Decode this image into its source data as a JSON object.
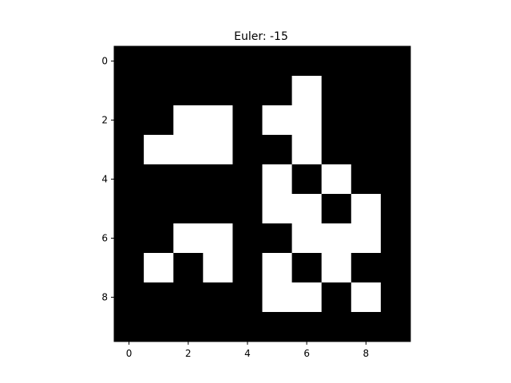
{
  "chart_data": {
    "type": "heatmap",
    "title": "Euler: -15",
    "xlabel": "",
    "ylabel": "",
    "colormap": "gray",
    "colors": {
      "0": "#000000",
      "1": "#ffffff"
    },
    "xticks": [
      0,
      2,
      4,
      6,
      8
    ],
    "yticks": [
      0,
      2,
      4,
      6,
      8
    ],
    "xlim": [
      -0.5,
      9.5
    ],
    "ylim": [
      9.5,
      -0.5
    ],
    "grid": false,
    "rows": 10,
    "cols": 10,
    "matrix": [
      [
        0,
        0,
        0,
        0,
        0,
        0,
        0,
        0,
        0,
        0
      ],
      [
        0,
        0,
        0,
        0,
        0,
        0,
        1,
        0,
        0,
        0
      ],
      [
        0,
        0,
        1,
        1,
        0,
        1,
        1,
        0,
        0,
        0
      ],
      [
        0,
        1,
        1,
        1,
        0,
        0,
        1,
        0,
        0,
        0
      ],
      [
        0,
        0,
        0,
        0,
        0,
        1,
        0,
        1,
        0,
        0
      ],
      [
        0,
        0,
        0,
        0,
        0,
        1,
        1,
        0,
        1,
        0
      ],
      [
        0,
        0,
        1,
        1,
        0,
        0,
        1,
        1,
        1,
        0
      ],
      [
        0,
        1,
        0,
        1,
        0,
        1,
        0,
        1,
        0,
        0
      ],
      [
        0,
        0,
        0,
        0,
        0,
        1,
        1,
        0,
        1,
        0
      ],
      [
        0,
        0,
        0,
        0,
        0,
        0,
        0,
        0,
        0,
        0
      ]
    ]
  }
}
